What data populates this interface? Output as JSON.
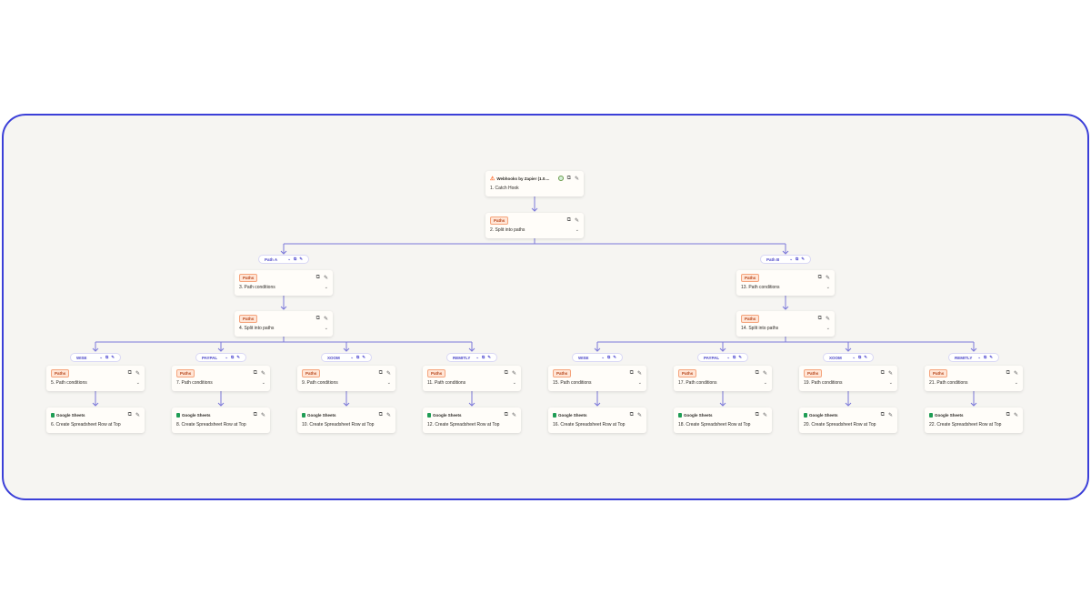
{
  "trigger": {
    "app": "Webhooks by Zapier (1.0....",
    "title": "1. Catch Hook"
  },
  "split_main": {
    "badge": "Paths",
    "title": "2. Split into paths"
  },
  "branches": [
    {
      "label": "Path A",
      "conditions": {
        "badge": "Paths",
        "title": "3. Path conditions"
      },
      "split": {
        "badge": "Paths",
        "title": "4. Split into paths"
      },
      "subpaths": [
        {
          "label": "WISE",
          "conditions": "5. Path conditions",
          "action": "6. Create Spreadsheet Row at Top"
        },
        {
          "label": "PAYPAL",
          "conditions": "7. Path conditions",
          "action": "8. Create Spreadsheet Row at Top"
        },
        {
          "label": "XOOM",
          "conditions": "9. Path conditions",
          "action": "10. Create Spreadsheet Row at Top"
        },
        {
          "label": "REMITLY",
          "conditions": "11. Path conditions",
          "action": "12. Create Spreadsheet Row at Top"
        }
      ]
    },
    {
      "label": "Path B",
      "conditions": {
        "badge": "Paths",
        "title": "13. Path conditions"
      },
      "split": {
        "badge": "Paths",
        "title": "14. Split into paths"
      },
      "subpaths": [
        {
          "label": "WISE",
          "conditions": "15. Path conditions",
          "action": "16. Create Spreadsheet Row at Top"
        },
        {
          "label": "PAYPAL",
          "conditions": "17. Path conditions",
          "action": "18. Create Spreadsheet Row at Top"
        },
        {
          "label": "XOOM",
          "conditions": "19. Path conditions",
          "action": "20. Create Spreadsheet Row at Top"
        },
        {
          "label": "REMITLY",
          "conditions": "21. Path conditions",
          "action": "22. Create Spreadsheet Row at Top"
        }
      ]
    }
  ],
  "paths_badge": "Paths",
  "sheets_app": "Google Sheets",
  "colors": {
    "line": "#7b78d9",
    "border": "#3b3fd8"
  }
}
